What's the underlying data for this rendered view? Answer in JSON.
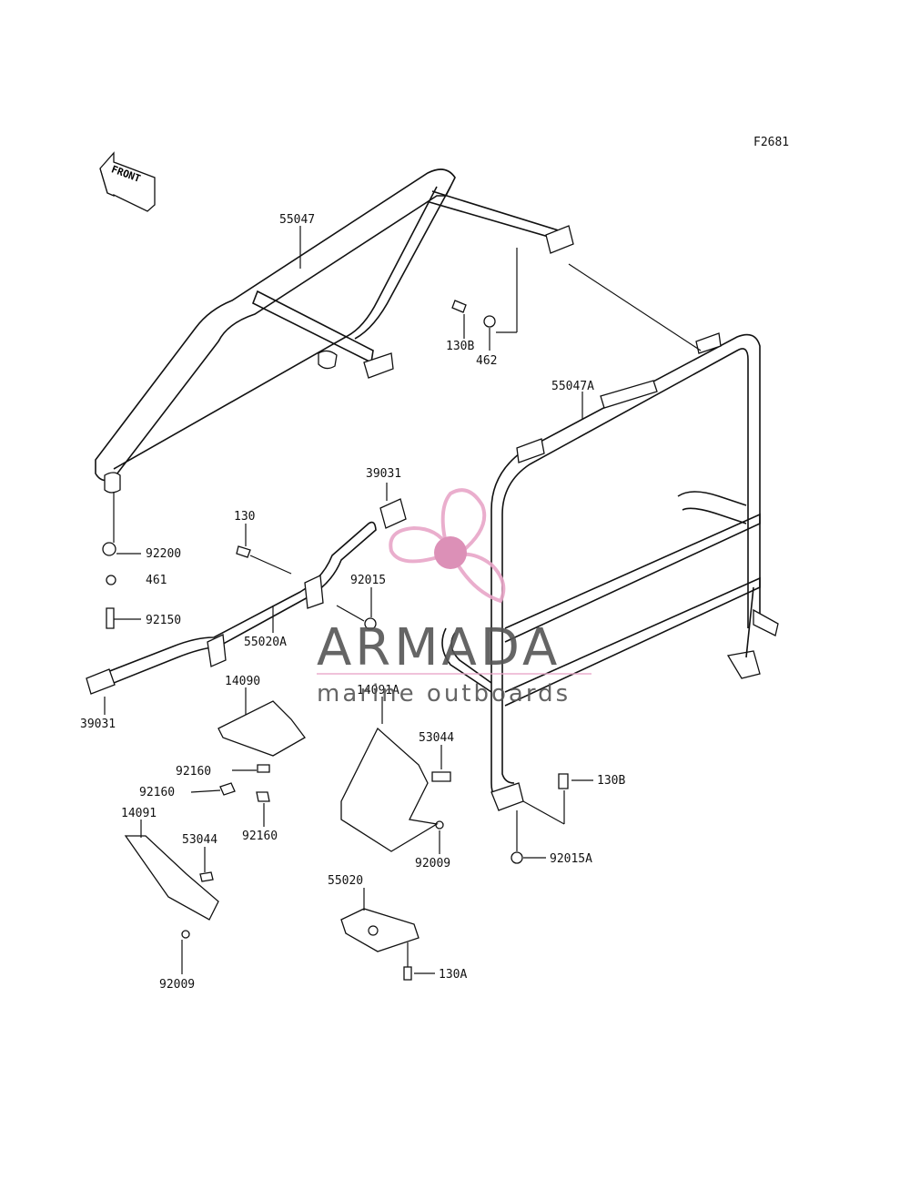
{
  "figure_code": "F2681",
  "front_arrow_text": "FRONT",
  "labels": {
    "p55047": "55047",
    "p130B_top": "130B",
    "p462": "462",
    "p55047A": "55047A",
    "p39031_top": "39031",
    "p130": "130",
    "p92200": "92200",
    "p461": "461",
    "p92015": "92015",
    "p92150": "92150",
    "p55020A": "55020A",
    "p39031_bottom": "39031",
    "p14090": "14090",
    "p14091A": "14091A",
    "p53044_right": "53044",
    "p92160_a": "92160",
    "p92160_b": "92160",
    "p92160_c": "92160",
    "p14091": "14091",
    "p53044_left": "53044",
    "p130B_right": "130B",
    "p92009_mid": "92009",
    "p92015A": "92015A",
    "p55020": "55020",
    "p130A": "130A",
    "p92009_bottom": "92009"
  },
  "watermark": {
    "brand": "ARMADA",
    "tagline": "marine outboards",
    "logo_color": "#e8a6c8",
    "logo_accent": "#d985b0",
    "text_color": "#555555"
  }
}
